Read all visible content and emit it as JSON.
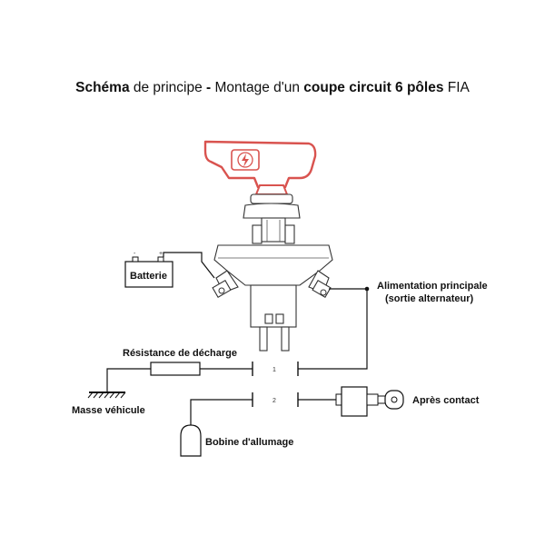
{
  "title": {
    "part1_bold": "Schéma",
    "part2": " de principe ",
    "part3_bold": "-",
    "part4": " Montage d'un ",
    "part5_bold": "coupe circuit 6 pôles",
    "part6": " FIA"
  },
  "labels": {
    "battery": "Batterie",
    "battery_minus": "-",
    "battery_plus": "+",
    "main_supply_line1": "Alimentation principale",
    "main_supply_line2": "(sortie alternateur)",
    "discharge_resistor": "Résistance de décharge",
    "vehicle_ground": "Masse véhicule",
    "after_contact": "Après contact",
    "ignition_coil": "Bobine d'allumage",
    "contact_1": "1",
    "contact_2": "2"
  },
  "icons": {
    "switch_handle": "removable-key-handle",
    "key_fob_symbol": "spark-icon",
    "ignition_key": "ignition-key-icon"
  },
  "colors": {
    "handle_red": "#d9534f",
    "line": "#111111"
  }
}
